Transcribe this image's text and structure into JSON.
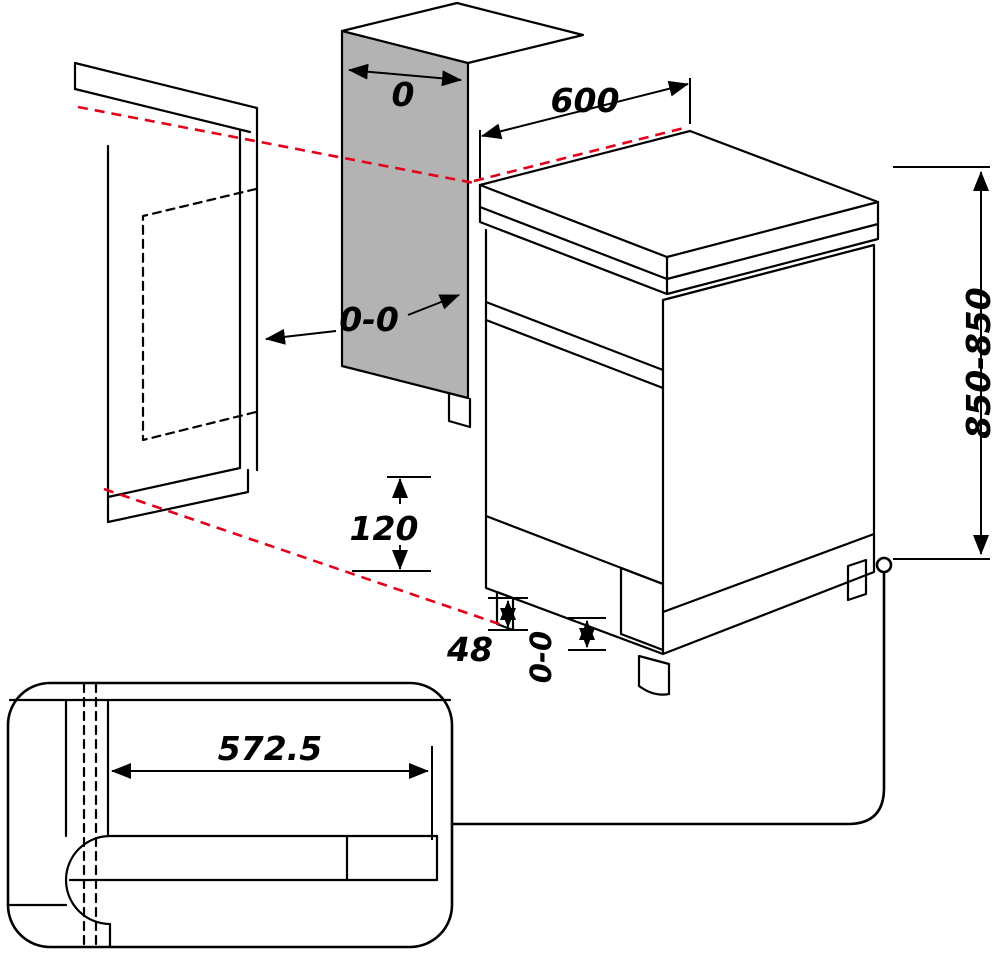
{
  "diagram": {
    "labels": {
      "top_clearance": "0",
      "width": "600",
      "height_range": "850-850",
      "side_clearance": "0-0",
      "plinth_recess": "120",
      "foot": "48",
      "bottom_clearance": "0-0",
      "depth": "572.5"
    },
    "colors": {
      "line": "#000000",
      "alignment": "#e2001a",
      "panel": "#b3b3b3",
      "background": "#ffffff"
    }
  }
}
